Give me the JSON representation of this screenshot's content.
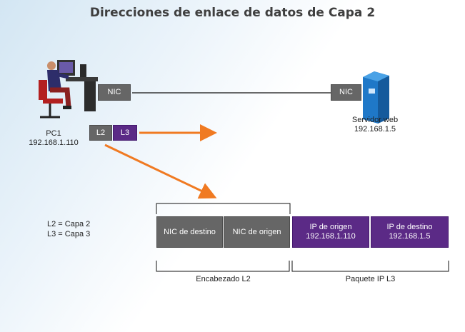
{
  "title": "Direcciones de enlace de datos de Capa 2",
  "pc": {
    "name": "PC1",
    "ip": "192.168.1.110",
    "nic_label": "NIC"
  },
  "server": {
    "name": "Servidor web",
    "ip": "192.168.1.5",
    "nic_label": "NIC"
  },
  "small_frame": {
    "l2": "L2",
    "l3": "L3"
  },
  "legend": {
    "l2": "L2 = Capa 2",
    "l3": "L3 = Capa 3"
  },
  "frame": {
    "nic_destino": "NIC de destino",
    "nic_origen": "NIC de origen",
    "ip_origen_label": "IP de origen",
    "ip_origen_value": "192.168.1.110",
    "ip_destino_label": "IP de destino",
    "ip_destino_value": "192.168.1.5",
    "header_l2": "Encabezado L2",
    "packet_l3": "Paquete IP L3"
  },
  "colors": {
    "gray": "#666666",
    "purple": "#5b2a86",
    "arrow": "#f07a22"
  }
}
